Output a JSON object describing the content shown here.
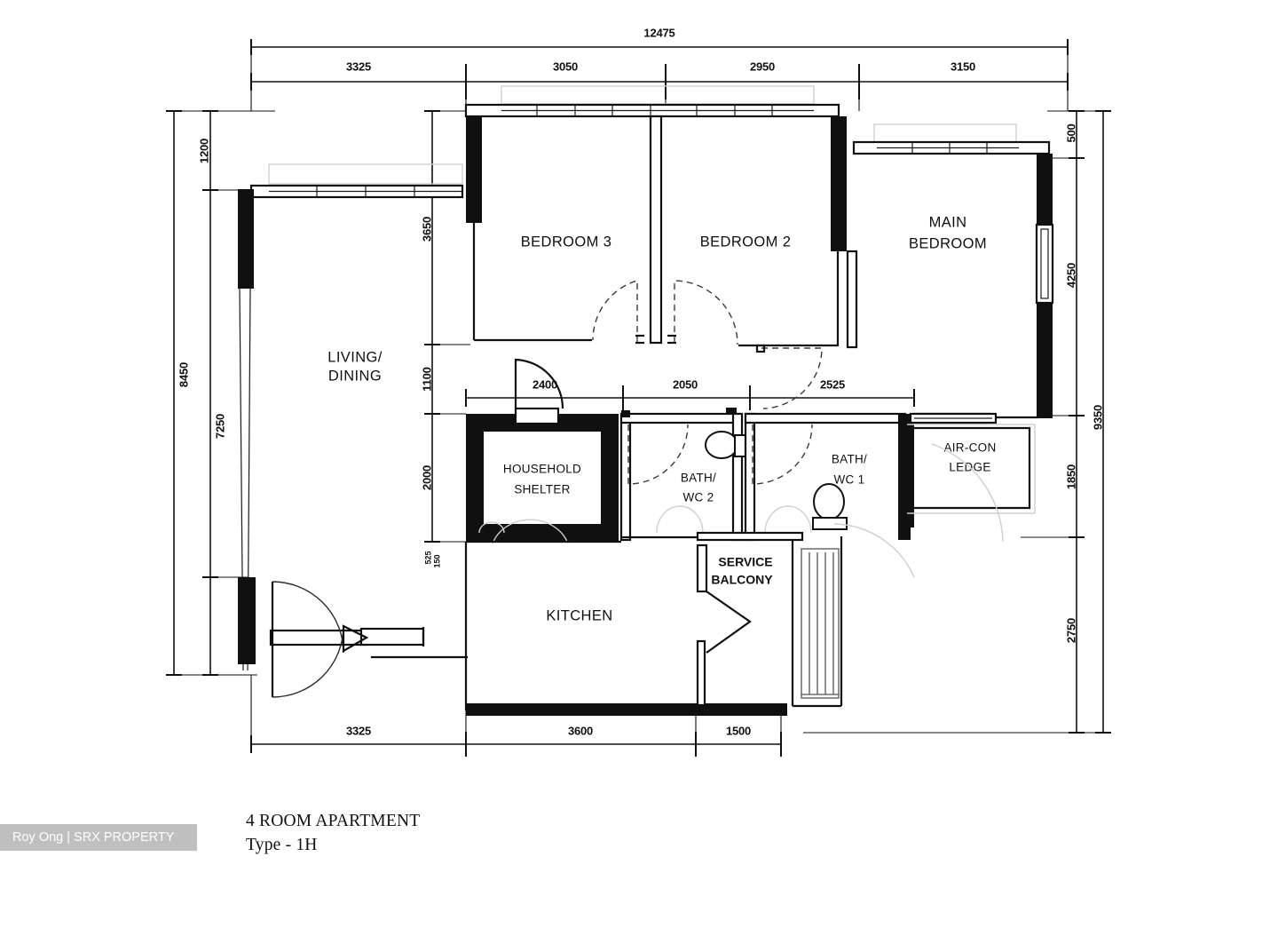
{
  "document": {
    "title": "4 ROOM APARTMENT",
    "subtitle": "Type - 1H",
    "watermark": "Roy Ong | SRX PROPERTY"
  },
  "rooms": {
    "living_dining_l1": "LIVING/",
    "living_dining_l2": "DINING",
    "bedroom3": "BEDROOM 3",
    "bedroom2": "BEDROOM 2",
    "main_bedroom_l1": "MAIN",
    "main_bedroom_l2": "BEDROOM",
    "household_shelter_l1": "HOUSEHOLD",
    "household_shelter_l2": "SHELTER",
    "bath_wc2_l1": "BATH/",
    "bath_wc2_l2": "WC 2",
    "bath_wc1_l1": "BATH/",
    "bath_wc1_l2": "WC 1",
    "aircon_ledge_l1": "AIR-CON",
    "aircon_ledge_l2": "LEDGE",
    "kitchen": "KITCHEN",
    "service_balcony_l1": "SERVICE",
    "service_balcony_l2": "BALCONY"
  },
  "dimensions": {
    "top_overall": "12475",
    "top_seg1": "3325",
    "top_seg2": "3050",
    "top_seg3": "2950",
    "top_seg4": "3150",
    "left_overall": "8450",
    "left_sub": "7250",
    "left_top": "1200",
    "interior_3650": "3650",
    "interior_1100": "1100",
    "interior_2000": "2000",
    "interior_tiny_a": "525",
    "interior_tiny_b": "150",
    "mid_2400": "2400",
    "mid_2050": "2050",
    "mid_2525": "2525",
    "right_500": "500",
    "right_4250": "4250",
    "right_1850": "1850",
    "right_2750": "2750",
    "right_overall": "9350",
    "bottom_seg1": "3325",
    "bottom_seg2": "3600",
    "bottom_seg3": "1500"
  },
  "colors": {
    "wall": "#101010",
    "paper": "#ffffff",
    "swing": "#3a3a3a",
    "watermark_bg": "#bfbfbf"
  }
}
